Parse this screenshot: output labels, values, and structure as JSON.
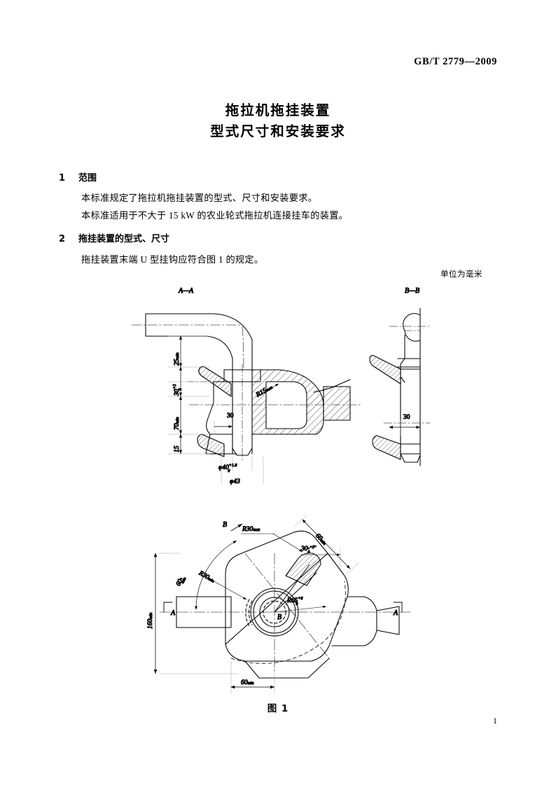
{
  "document": {
    "standard_code": "GB/T 2779—2009",
    "title_line1": "拖拉机拖挂装置",
    "title_line2": "型式尺寸和安装要求",
    "page_number": "1"
  },
  "sections": [
    {
      "number": "1",
      "heading": "范围",
      "paragraphs": [
        "本标准规定了拖拉机拖挂装置的型式、尺寸和安装要求。",
        "本标准适用于不大于 15 kW 的农业轮式拖拉机连接挂车的装置。"
      ]
    },
    {
      "number": "2",
      "heading": "拖挂装置的型式、尺寸",
      "paragraphs": [
        "拖挂装置末端 U 型挂钩应符合图 1 的规定。"
      ]
    }
  ],
  "figure": {
    "unit_note": "单位为毫米",
    "caption": "图 1",
    "views": {
      "section_aa_label": "A—A",
      "section_bb_label": "B—B",
      "plan_section_marks": [
        "A",
        "A",
        "B",
        "B"
      ]
    },
    "dimensions": {
      "aa_view": [
        {
          "name": "height-above-flange",
          "value": "25",
          "qualifier": "min"
        },
        {
          "name": "flange-thickness",
          "value": "30",
          "upper": "+2",
          "lower": "0"
        },
        {
          "name": "pin-length",
          "value": "70",
          "qualifier": "min"
        },
        {
          "name": "lower-lip",
          "value": "15",
          "qualifier": ""
        },
        {
          "name": "pin-width",
          "value": "30",
          "qualifier": ""
        },
        {
          "name": "bore-diameter",
          "value": "φ40",
          "upper": "+1.6",
          "lower": "0"
        },
        {
          "name": "outer-diameter",
          "value": "φ43",
          "qualifier": ""
        },
        {
          "name": "corner-radius",
          "value": "R15",
          "qualifier": "max"
        }
      ],
      "bb_view": [
        {
          "name": "plate-thickness",
          "value": "30",
          "qualifier": ""
        }
      ],
      "plan_view": [
        {
          "name": "overall-width",
          "value": "160",
          "qualifier": "min"
        },
        {
          "name": "swing-angle",
          "value": "60°",
          "qualifier": "min"
        },
        {
          "name": "outer-radius-max",
          "value": "R30",
          "qualifier": "max"
        },
        {
          "name": "inner-radius-min",
          "value": "R30",
          "qualifier": "min"
        },
        {
          "name": "hook-radius",
          "value": "R65",
          "upper": "+6",
          "lower": "0"
        },
        {
          "name": "arm-angle",
          "value": "30°",
          "upper": "+5°",
          "lower": "0"
        },
        {
          "name": "arm-length",
          "value": "60",
          "qualifier": "min"
        },
        {
          "name": "base-width",
          "value": "60",
          "qualifier": "min"
        }
      ]
    }
  }
}
